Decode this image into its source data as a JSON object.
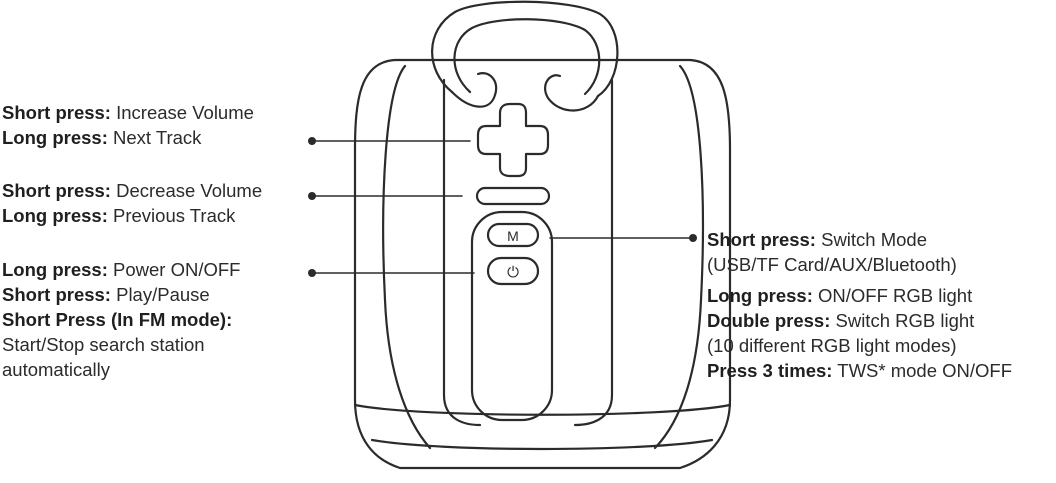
{
  "diagram": {
    "line_color": "#2b2b2b",
    "callouts": {
      "volume_up": {
        "rows": [
          {
            "label": "Short press:",
            "text": "Increase Volume"
          },
          {
            "label": "Long press:",
            "text": "Next Track"
          }
        ]
      },
      "volume_down": {
        "rows": [
          {
            "label": "Short press:",
            "text": "Decrease Volume"
          },
          {
            "label": "Long press:",
            "text": "Previous Track"
          }
        ]
      },
      "power": {
        "rows": [
          {
            "label": "Long press:",
            "text": "Power ON/OFF"
          },
          {
            "label": "Short press:",
            "text": "Play/Pause"
          },
          {
            "label": "Short Press (In FM mode):",
            "text": ""
          }
        ],
        "continuation": [
          "Start/Stop search station",
          "automatically"
        ]
      },
      "mode": {
        "rows": [
          {
            "label": "Short press:",
            "text": "Switch Mode"
          }
        ],
        "continuation_1": "(USB/TF Card/AUX/Bluetooth)",
        "rows2": [
          {
            "label": "Long press:",
            "text": "ON/OFF RGB light"
          },
          {
            "label": "Double press:",
            "text": "Switch RGB light"
          }
        ],
        "continuation_2": "(10 different RGB light modes)",
        "rows3": [
          {
            "label": "Press 3 times:",
            "text": "TWS* mode ON/OFF"
          }
        ]
      }
    },
    "buttons": {
      "mode_button_glyph": "M",
      "power_button_glyph": "⏻"
    }
  }
}
